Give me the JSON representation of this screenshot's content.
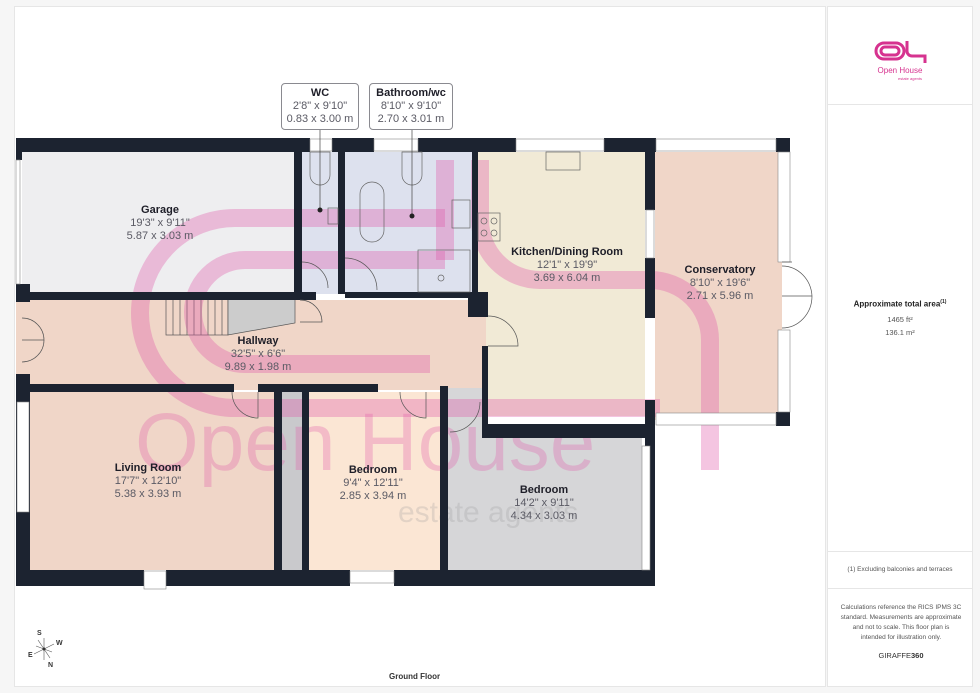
{
  "plan": {
    "floor_label": "Ground Floor",
    "watermark": {
      "brand_text": "Open House",
      "sub_text": "estate agents",
      "color": "#e05aa8"
    },
    "rooms": [
      {
        "id": "garage",
        "name": "Garage",
        "imperial": "19'3\" x 9'11\"",
        "metric": "5.87 x 3.03 m",
        "fill": "#eeeef0"
      },
      {
        "id": "wc",
        "name": "WC",
        "imperial": "2'8\" x 9'10\"",
        "metric": "0.83 x 3.00 m",
        "fill": "#dde1ee"
      },
      {
        "id": "bathroom",
        "name": "Bathroom/wc",
        "imperial": "8'10\" x 9'10\"",
        "metric": "2.70 x 3.01 m",
        "fill": "#dde1ee"
      },
      {
        "id": "kitchen",
        "name": "Kitchen/Dining Room",
        "imperial": "12'1\" x 19'9\"",
        "metric": "3.69 x 6.04 m",
        "fill": "#f1ead6"
      },
      {
        "id": "conservatory",
        "name": "Conservatory",
        "imperial": "8'10\" x 19'6\"",
        "metric": "2.71 x 5.96 m",
        "fill": "#f0d6c8"
      },
      {
        "id": "hallway",
        "name": "Hallway",
        "imperial": "32'5\" x 6'6\"",
        "metric": "9.89 x 1.98 m",
        "fill": "#f0d6c8"
      },
      {
        "id": "living",
        "name": "Living Room",
        "imperial": "17'7\" x 12'10\"",
        "metric": "5.38 x 3.93 m",
        "fill": "#f0d6c8"
      },
      {
        "id": "bedroom1",
        "name": "Bedroom",
        "imperial": "9'4\" x 12'11\"",
        "metric": "2.85 x 3.94 m",
        "fill": "#fbe6d4"
      },
      {
        "id": "bedroom2",
        "name": "Bedroom",
        "imperial": "14'2\" x 9'11\"",
        "metric": "4.34 x 3.03 m",
        "fill": "#d6d6d8"
      }
    ],
    "compass": {
      "s": "S",
      "w": "W",
      "e": "E",
      "n": "N"
    },
    "wall_color": "#1c2330"
  },
  "sidebar": {
    "logo": {
      "text": "Open House",
      "sub": "estate agents",
      "color": "#d6338f"
    },
    "area": {
      "title": "Approximate total area",
      "footnote_mark": "(1)",
      "sqft": "1465 ft²",
      "sqm": "136.1 m²"
    },
    "footnote": "(1) Excluding balconies and terraces",
    "disclaimer": "Calculations reference the RICS IPMS 3C standard. Measurements are approximate and not to scale. This floor plan is intended for illustration only.",
    "brand": {
      "part1": "GIRAFFE",
      "part2": "360"
    }
  }
}
